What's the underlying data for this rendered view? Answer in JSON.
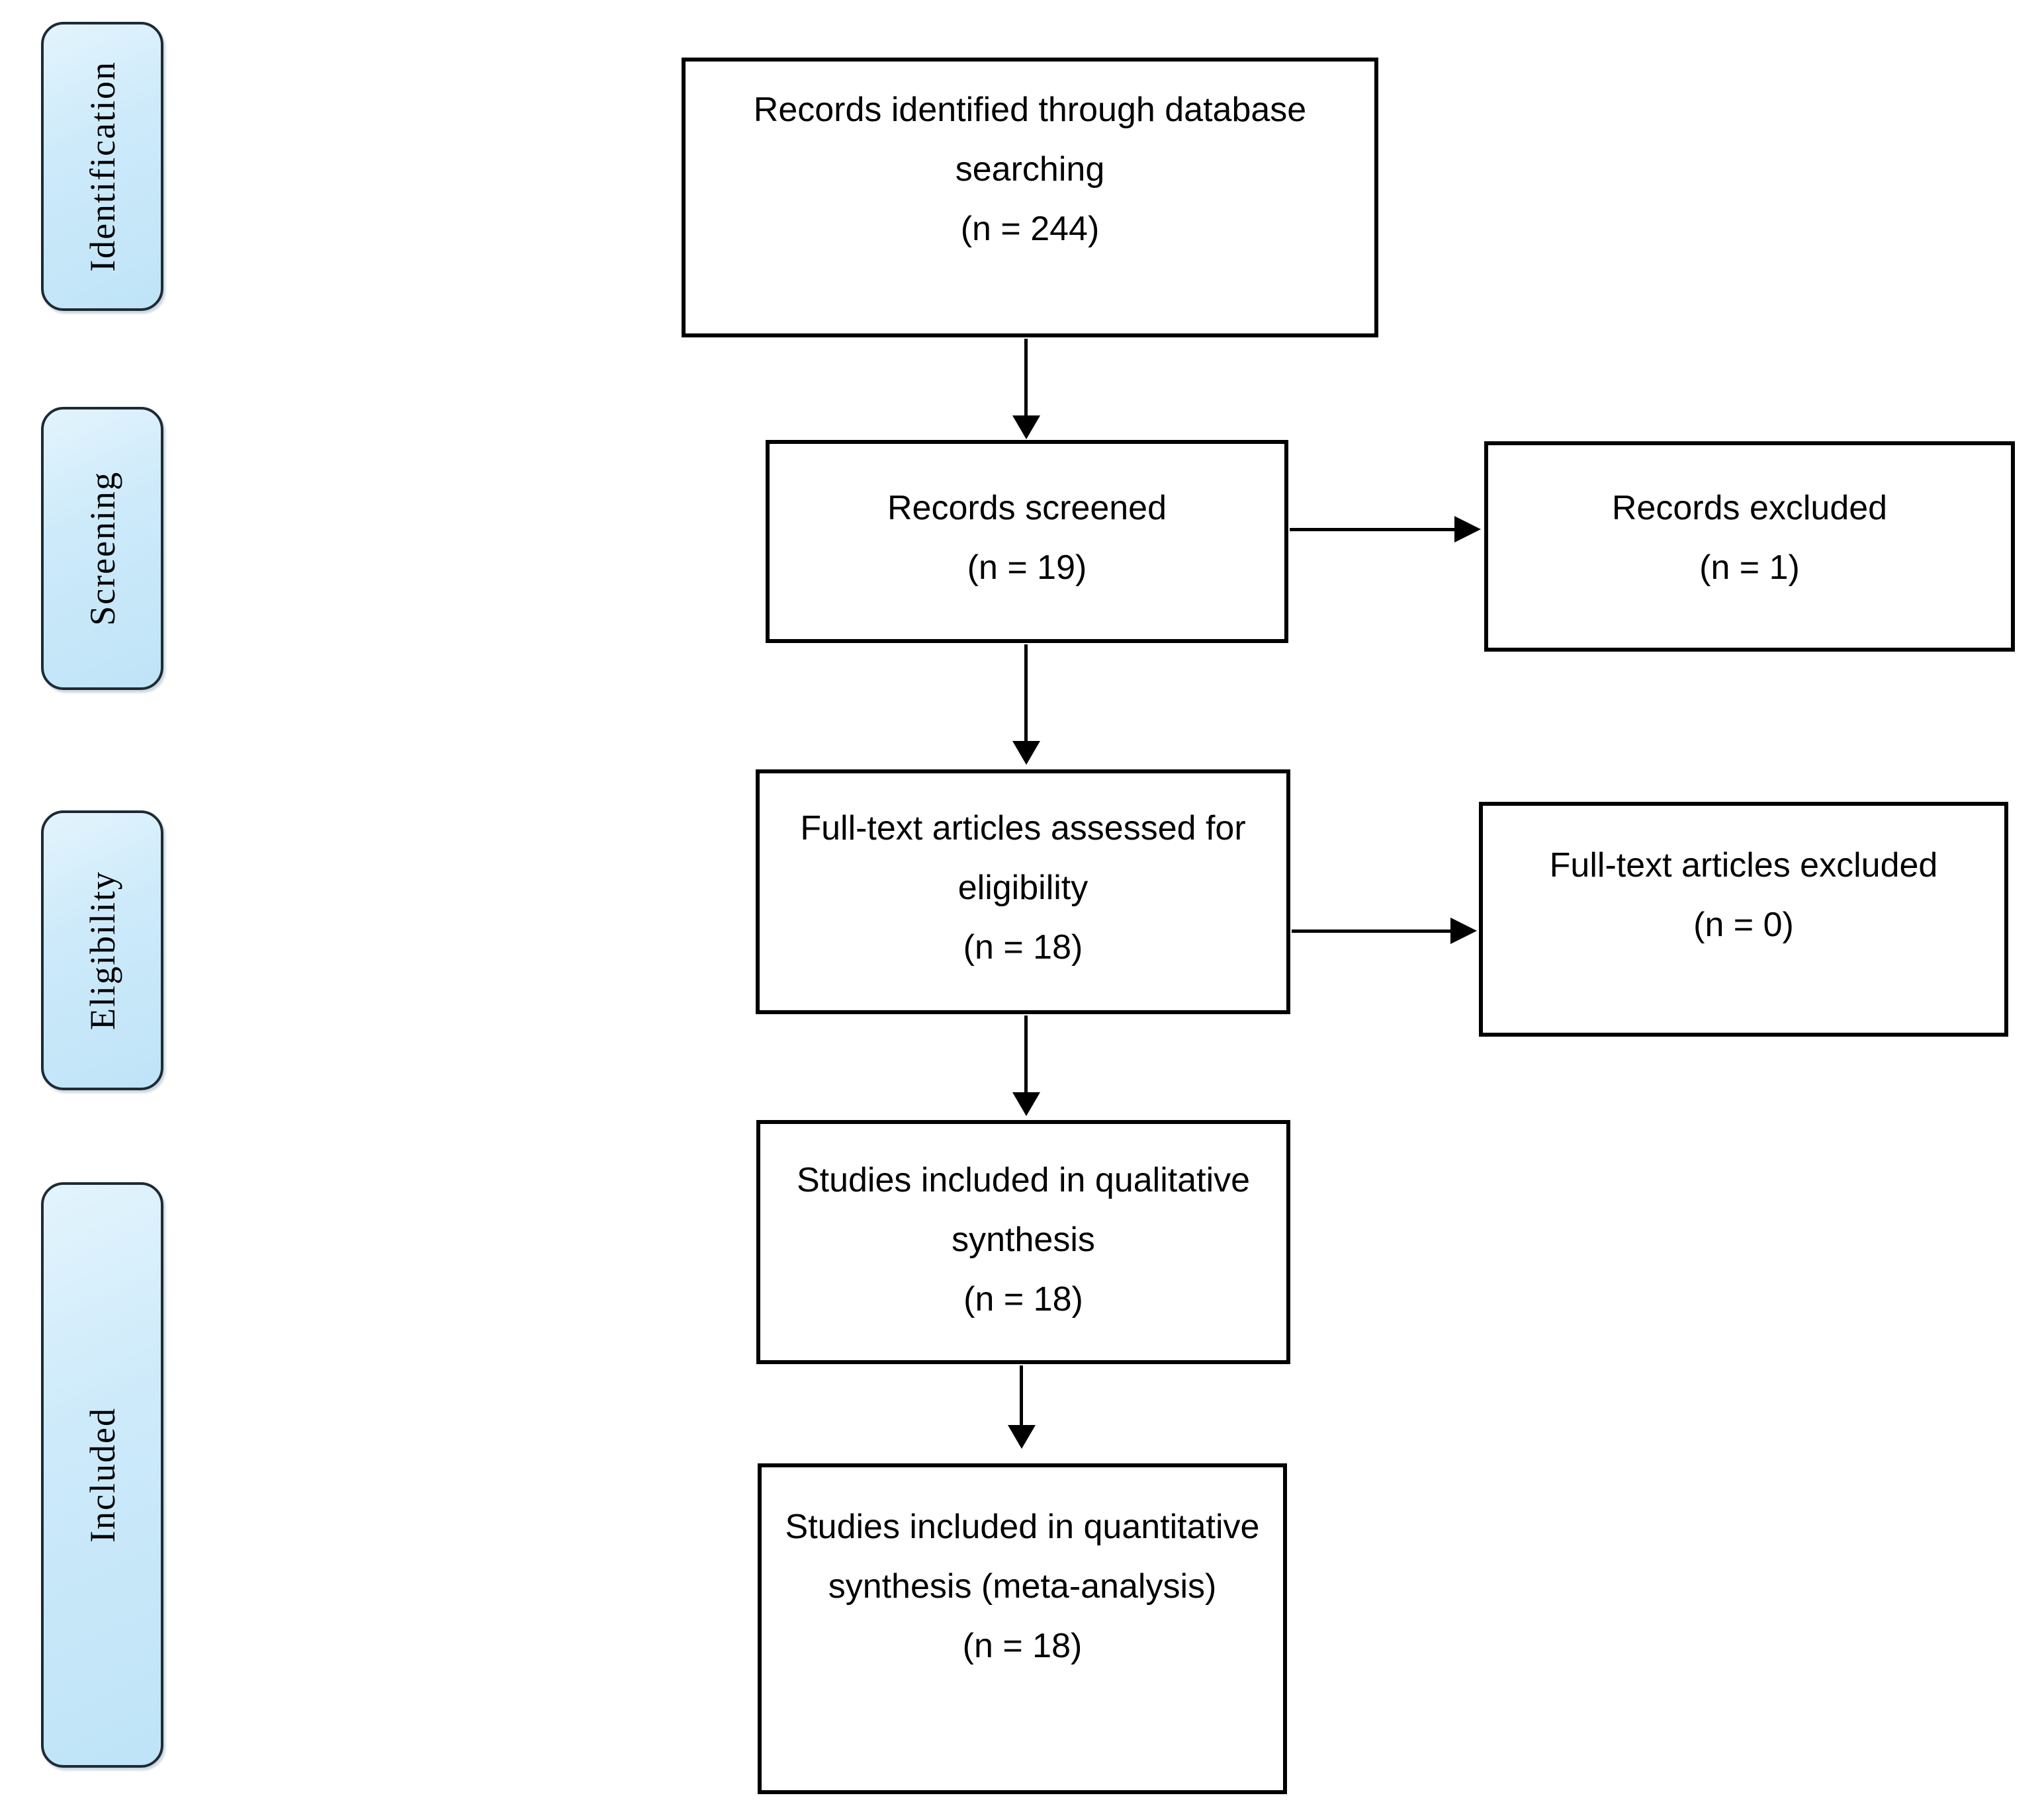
{
  "stages": {
    "identification": "Identification",
    "screening": "Screening",
    "eligibility": "Eligibility",
    "included": "Included"
  },
  "nodes": {
    "records_identified": {
      "text": "Records identified through database searching",
      "count": "(n = 244)"
    },
    "records_screened": {
      "text": "Records screened",
      "count": "(n = 19)"
    },
    "records_excluded": {
      "text": "Records excluded",
      "count": "(n = 1)"
    },
    "fulltext_assessed": {
      "text": "Full-text articles assessed for eligibility",
      "count": "(n = 18)"
    },
    "fulltext_excluded": {
      "text": "Full-text articles excluded",
      "count": "(n = 0)"
    },
    "qualitative_included": {
      "text": "Studies included in qualitative synthesis",
      "count": "(n = 18)"
    },
    "quantitative_included": {
      "text": "Studies included in quantitative synthesis (meta-analysis)",
      "count": "(n = 18)"
    }
  },
  "colors": {
    "stage_fill": "#c8e8f9",
    "stage_border": "#1e2b35",
    "box_border": "#000000",
    "arrow": "#000000",
    "background": "#ffffff",
    "text": "#000000"
  }
}
